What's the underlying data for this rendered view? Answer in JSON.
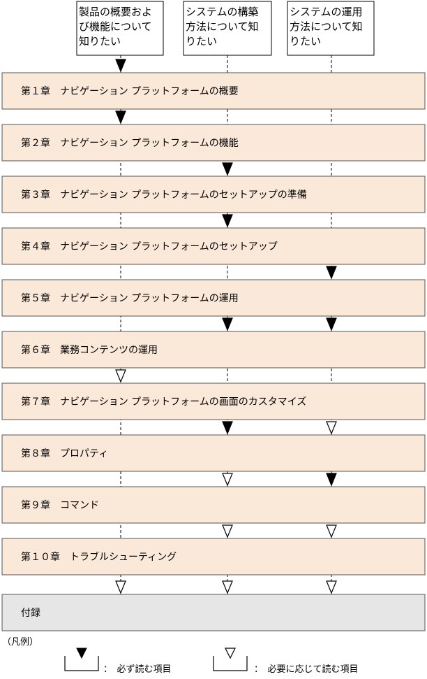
{
  "readers": [
    {
      "label_lines": [
        "製品の概要およ",
        "び機能について",
        "知りたい"
      ]
    },
    {
      "label_lines": [
        "システムの構築",
        "方法について知",
        "りたい"
      ]
    },
    {
      "label_lines": [
        "システムの運用",
        "方法について知",
        "りたい"
      ]
    }
  ],
  "chapters": [
    {
      "label": "第１章　ナビゲーション プラットフォームの概要",
      "marks": [
        "required",
        "none",
        "none"
      ]
    },
    {
      "label": "第２章　ナビゲーション プラットフォームの機能",
      "marks": [
        "required",
        "none",
        "none"
      ]
    },
    {
      "label": "第３章　ナビゲーション プラットフォームのセットアップの準備",
      "marks": [
        "none",
        "required",
        "none"
      ]
    },
    {
      "label": "第４章　ナビゲーション プラットフォームのセットアップ",
      "marks": [
        "none",
        "required",
        "none"
      ]
    },
    {
      "label": "第５章　ナビゲーション プラットフォームの運用",
      "marks": [
        "none",
        "none",
        "required"
      ]
    },
    {
      "label": "第６章　業務コンテンツの運用",
      "marks": [
        "none",
        "required",
        "required"
      ]
    },
    {
      "label": "第７章　ナビゲーション プラットフォームの画面のカスタマイズ",
      "marks": [
        "optional",
        "none",
        "none"
      ]
    },
    {
      "label": "第８章　プロパティ",
      "marks": [
        "none",
        "required",
        "optional"
      ]
    },
    {
      "label": "第９章　コマンド",
      "marks": [
        "none",
        "optional",
        "required"
      ]
    },
    {
      "label": "第１０章　トラブルシューティング",
      "marks": [
        "none",
        "optional",
        "optional"
      ]
    },
    {
      "label": "付録",
      "marks": [
        "optional",
        "optional",
        "optional"
      ],
      "appendix": true
    }
  ],
  "legend": {
    "title": "（凡例）",
    "required_label": "：　必ず読む項目",
    "optional_label": "：　必要に応じて読む項目"
  },
  "colors": {
    "chapter_fill": "#fae8d8",
    "appendix_fill": "#e6e6e6",
    "line": "#000000"
  }
}
